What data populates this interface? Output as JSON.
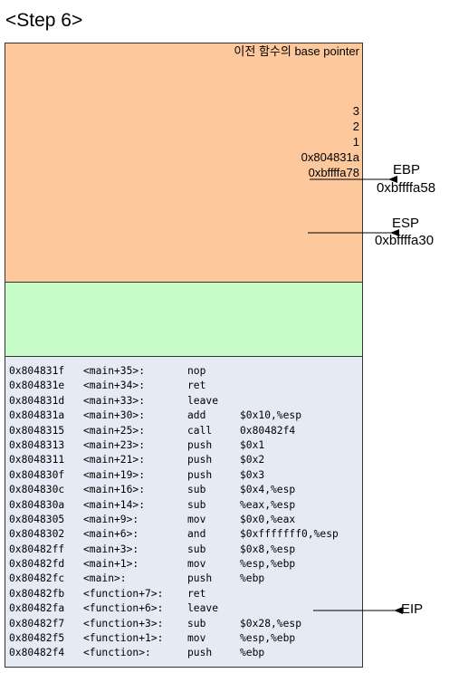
{
  "title": "<Step 6>",
  "stack": {
    "header_note": "이전 함수의 base pointer",
    "values": [
      "3",
      "2",
      "1",
      "0x804831a",
      "0xbffffa78"
    ]
  },
  "pointers": {
    "ebp": {
      "name": "EBP",
      "value": "0xbffffa58"
    },
    "esp": {
      "name": "ESP",
      "value": "0xbffffa30"
    },
    "eip": {
      "name": "EIP"
    }
  },
  "code": [
    {
      "addr": "0x804831f",
      "sym": "<main+35>:",
      "op": "nop",
      "arg": ""
    },
    {
      "addr": "0x804831e",
      "sym": "<main+34>:",
      "op": "ret",
      "arg": ""
    },
    {
      "addr": "0x804831d",
      "sym": "<main+33>:",
      "op": "leave",
      "arg": ""
    },
    {
      "addr": "0x804831a",
      "sym": "<main+30>:",
      "op": "add",
      "arg": "$0x10,%esp"
    },
    {
      "addr": "0x8048315",
      "sym": "<main+25>:",
      "op": "call",
      "arg": "0x80482f4"
    },
    {
      "addr": "0x8048313",
      "sym": "<main+23>:",
      "op": "push",
      "arg": "$0x1"
    },
    {
      "addr": "0x8048311",
      "sym": "<main+21>:",
      "op": "push",
      "arg": "$0x2"
    },
    {
      "addr": "0x804830f",
      "sym": "<main+19>:",
      "op": "push",
      "arg": "$0x3"
    },
    {
      "addr": "0x804830c",
      "sym": "<main+16>:",
      "op": "sub",
      "arg": "$0x4,%esp"
    },
    {
      "addr": "0x804830a",
      "sym": "<main+14>:",
      "op": "sub",
      "arg": "%eax,%esp"
    },
    {
      "addr": "0x8048305",
      "sym": "<main+9>:",
      "op": "mov",
      "arg": "$0x0,%eax"
    },
    {
      "addr": "0x8048302",
      "sym": "<main+6>:",
      "op": "and",
      "arg": "$0xfffffff0,%esp"
    },
    {
      "addr": "0x80482ff",
      "sym": "<main+3>:",
      "op": "sub",
      "arg": "$0x8,%esp"
    },
    {
      "addr": "0x80482fd",
      "sym": "<main+1>:",
      "op": "mov",
      "arg": "%esp,%ebp"
    },
    {
      "addr": "0x80482fc",
      "sym": "<main>:",
      "op": "push",
      "arg": "%ebp"
    },
    {
      "addr": "0x80482fb",
      "sym": "<function+7>:",
      "op": "ret",
      "arg": ""
    },
    {
      "addr": "0x80482fa",
      "sym": "<function+6>:",
      "op": "leave",
      "arg": ""
    },
    {
      "addr": "0x80482f7",
      "sym": "<function+3>:",
      "op": "sub",
      "arg": "$0x28,%esp"
    },
    {
      "addr": "0x80482f5",
      "sym": "<function+1>:",
      "op": "mov",
      "arg": "%esp,%ebp"
    },
    {
      "addr": "0x80482f4",
      "sym": "<function>:",
      "op": "push",
      "arg": "%ebp"
    }
  ],
  "colors": {
    "stack_frame": "#fdc89b",
    "local_area": "#c8fcc8",
    "code_area": "#e6eaf5"
  }
}
